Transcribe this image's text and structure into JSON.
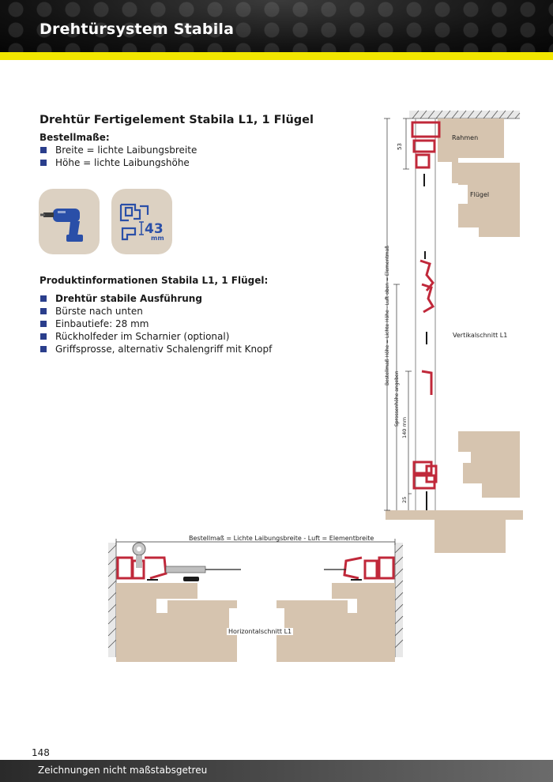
{
  "header": {
    "title": "Drehtürsystem Stabila"
  },
  "section": {
    "title": "Drehtür Fertigelement Stabila L1, 1 Flügel",
    "bestellmasse_label": "Bestellmaße:",
    "bestellmasse": [
      "Breite  = lichte Laibungsbreite",
      "Höhe  = lichte Laibungshöhe"
    ]
  },
  "icons": {
    "drill": "drill-icon",
    "installation_depth": {
      "icon": "profile-depth-icon",
      "value": "43",
      "unit": "mm"
    }
  },
  "product_info": {
    "label": "Produktinformationen Stabila L1, 1 Flügel:",
    "items": [
      "Drehtür stabile Ausführung",
      "Bürste nach unten",
      "Einbautiefe: 28 mm",
      "Rückholfeder im Scharnier (optional)",
      "Griffsprosse, alternativ Schalengriff mit Knopf"
    ]
  },
  "drawing_vertical": {
    "label_rahmen": "Rahmen",
    "label_fluegel": "Flügel",
    "caption": "Vertikalschnitt L1",
    "dim_53": "53",
    "dim_main": "Bestellmaß Höhe = Lichte Höhe - Luft oben = Elementmaß",
    "dim_sprosse": "Sprossenhöhe angeben",
    "dim_140": "140 mm",
    "dim_25": "25"
  },
  "drawing_horizontal": {
    "dim_main": "Bestellmaß = Lichte Laibungsbreite - Luft = Elementbreite",
    "caption": "Horizontalschnitt L1"
  },
  "footer": {
    "page_number": "148",
    "note": "Zeichnungen nicht maßstabsgetreu"
  },
  "colors": {
    "header_bg": "#111111",
    "accent_yellow": "#f2e600",
    "bullet_blue": "#2a3e8c",
    "icon_bg": "#dcd1c2",
    "wood": "#d6c4af",
    "profile_red": "#c0283a"
  }
}
